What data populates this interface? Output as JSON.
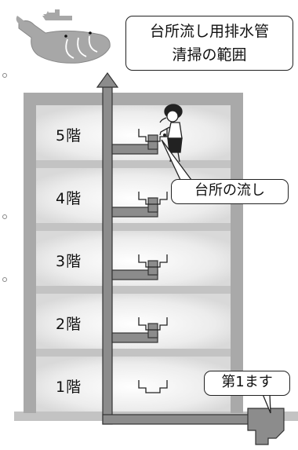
{
  "title": {
    "line1": "台所流し用排水管",
    "line2": "清掃の範囲"
  },
  "floors": [
    {
      "label": "5階"
    },
    {
      "label": "4階"
    },
    {
      "label": "3階"
    },
    {
      "label": "2階"
    },
    {
      "label": "1階"
    }
  ],
  "callouts": {
    "kitchen_sink": "台所の流し",
    "first_basin": "第1ます"
  },
  "icons": {
    "mascot": "whale-icon",
    "person": "person-icon"
  },
  "colors": {
    "pipe": "#8c8c8c",
    "wall": "#a9a9a9",
    "floor_shade": "#dcdcdc",
    "floor_slab": "#c3c3c3",
    "whale": "#a7a7a7"
  }
}
